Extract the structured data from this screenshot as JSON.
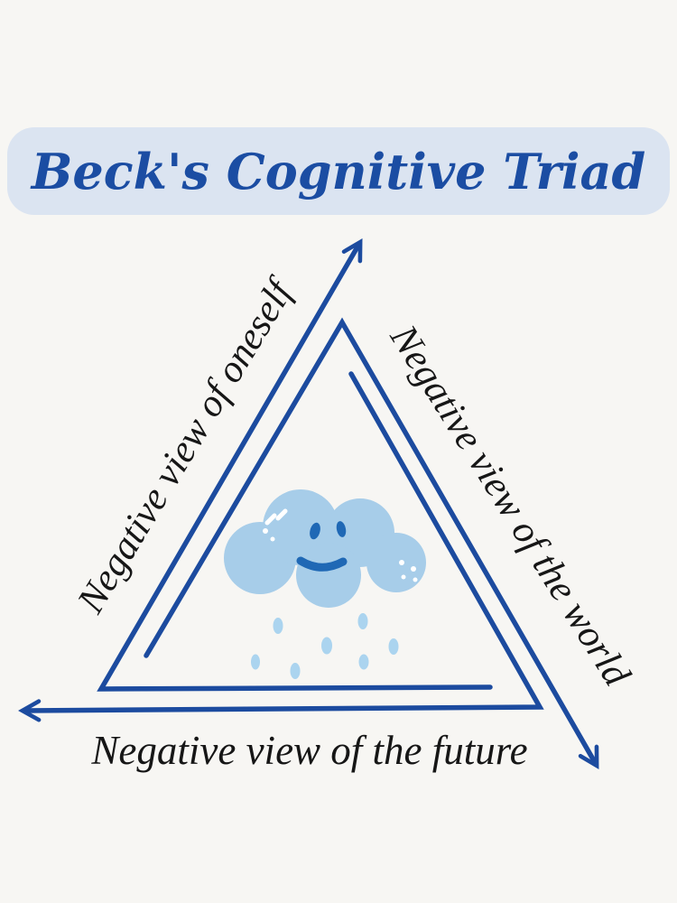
{
  "page": {
    "background_color": "#f7f6f3"
  },
  "title": {
    "text": "Beck's Cognitive Triad",
    "text_color": "#1b4da3",
    "pill_color": "#dbe4f1"
  },
  "triad": {
    "arrow_color": "#1c4b9f",
    "label_color": "#161616",
    "labels": {
      "oneself": "Negative view of oneself",
      "world": "Negative view of the world",
      "future": "Negative view of the future"
    }
  },
  "cloud": {
    "icon": "sad-rain-cloud-icon",
    "body_color": "#a7cde9",
    "face_color": "#1f68b5",
    "sparkle_color": "#ffffff",
    "rain_color": "#abd4ef"
  }
}
